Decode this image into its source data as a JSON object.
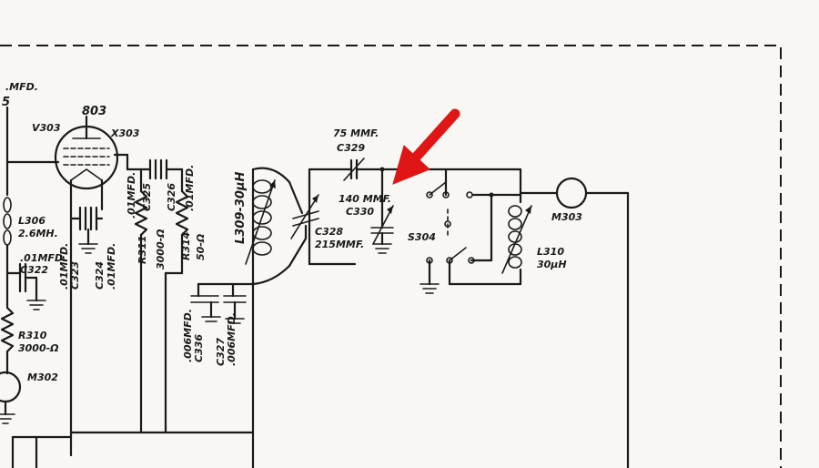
{
  "labels": {
    "mfd_top": ".MFD.",
    "five": "5",
    "tube_type": "803",
    "v303": "V303",
    "x303": "X303",
    "l306": "L306",
    "l306_val": "2.6MH.",
    "c322_val": ".01MFD.",
    "c322": "C322",
    "r310": "R310",
    "r310_val": "3000-Ω",
    "m302": "M302",
    "c323_val": ".01MFD.",
    "c323": "C323",
    "c324": "C324",
    "c324_val": ".01MFD.",
    "c325_val": ".01MFD.",
    "r311": "R311",
    "r311_val": "3000-Ω",
    "c325": "C325",
    "c326": "C326",
    "c326_val": ".01MFD.",
    "r314": "R314",
    "r314_val": "50-Ω",
    "l309": "L309-30μH",
    "c336_val": ".006MFD.",
    "c336": "C336",
    "c327": "C327",
    "c327_val": ".006MFD.",
    "c329_val": "75 MMF.",
    "c329": "C329",
    "c328": "C328",
    "c328_val": "215MMF.",
    "c330_val": "140 MMF.",
    "c330": "C330",
    "s304": "S304",
    "l310": "L310",
    "l310_val": "30μH",
    "m303": "M303"
  },
  "annotation": {
    "arrow_color": "#e01515",
    "target": "C330"
  }
}
